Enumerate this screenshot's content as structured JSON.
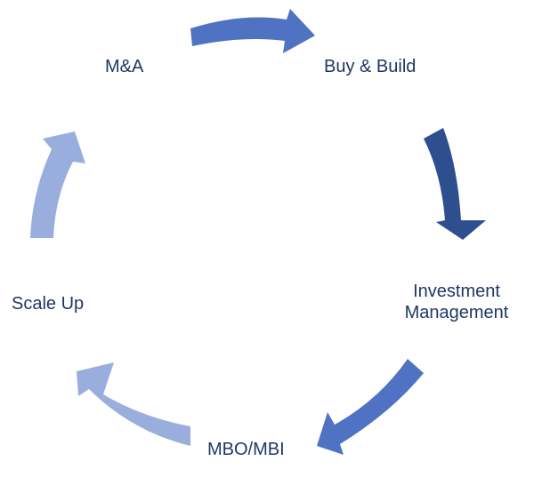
{
  "diagram": {
    "nodes": [
      {
        "id": "ma",
        "label": "M&A"
      },
      {
        "id": "buybuild",
        "label": "Buy & Build"
      },
      {
        "id": "invest",
        "label": "Investment Management"
      },
      {
        "id": "mbo",
        "label": "MBO/MBI"
      },
      {
        "id": "scale",
        "label": "Scale Up"
      }
    ],
    "arrows": [
      {
        "from": "ma",
        "to": "buybuild",
        "color": "#4f72c2"
      },
      {
        "from": "buybuild",
        "to": "invest",
        "color": "#2e4f8f"
      },
      {
        "from": "invest",
        "to": "mbo",
        "color": "#4f72c2"
      },
      {
        "from": "mbo",
        "to": "scale",
        "color": "#9aaede"
      },
      {
        "from": "scale",
        "to": "ma",
        "color": "#9aaede"
      }
    ]
  }
}
